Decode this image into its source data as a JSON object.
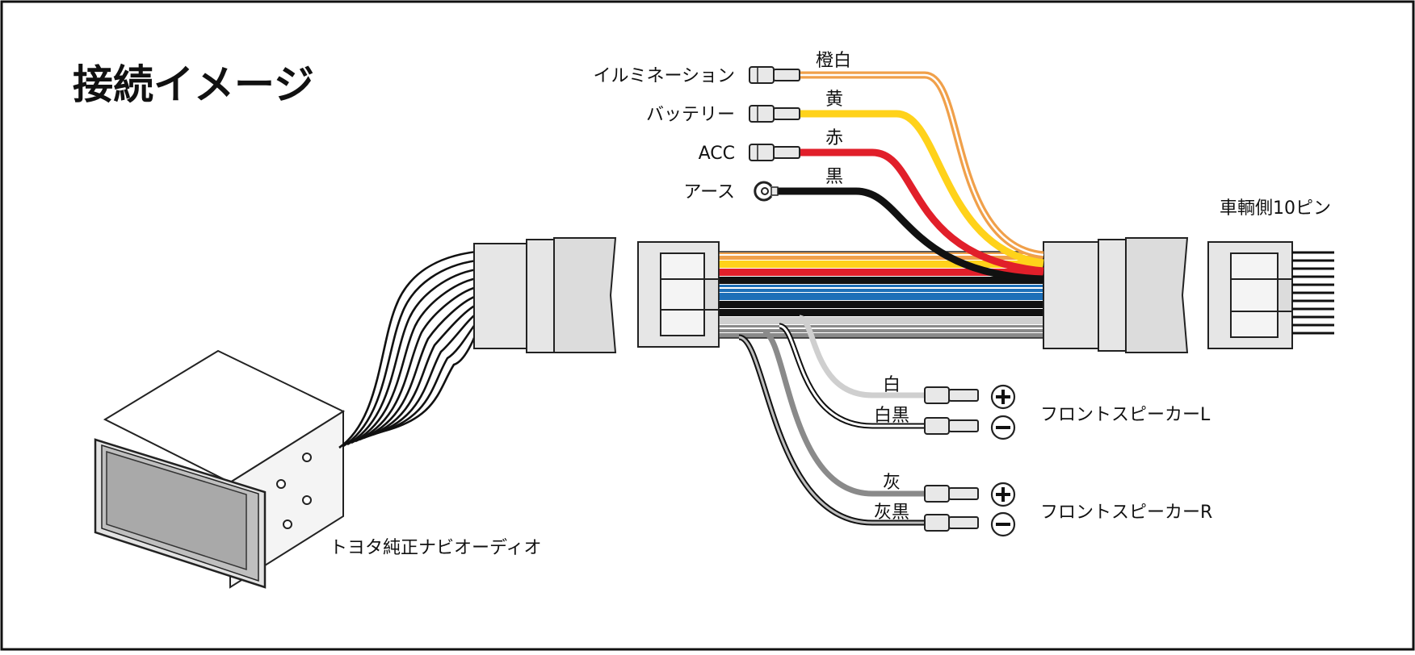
{
  "title": "接続イメージ",
  "colors": {
    "orange": "#f0a04a",
    "yellow": "#ffd21a",
    "red": "#e11f2a",
    "black": "#111111",
    "blue": "#1d6fb8",
    "white_wire": "#cfcfcf",
    "gray_wire": "#8a8a8a"
  },
  "power_wires": [
    {
      "label": "イルミネーション",
      "color_name": "橙白",
      "terminal": "connector-icon"
    },
    {
      "label": "バッテリー",
      "color_name": "黄",
      "terminal": "connector-icon"
    },
    {
      "label": "ACC",
      "color_name": "赤",
      "terminal": "connector-icon"
    },
    {
      "label": "アース",
      "color_name": "黒",
      "terminal": "ring-terminal-icon"
    }
  ],
  "speaker_groups": [
    {
      "label": "フロントスピーカーL",
      "wires": [
        {
          "color_name": "白",
          "polarity": "plus-icon"
        },
        {
          "color_name": "白黒",
          "polarity": "minus-icon"
        }
      ]
    },
    {
      "label": "フロントスピーカーR",
      "wires": [
        {
          "color_name": "灰",
          "polarity": "plus-icon"
        },
        {
          "color_name": "灰黒",
          "polarity": "minus-icon"
        }
      ]
    }
  ],
  "vehicle_connector_label": "車輌側10ピン",
  "head_unit_label": "トヨタ純正ナビオーディオ"
}
